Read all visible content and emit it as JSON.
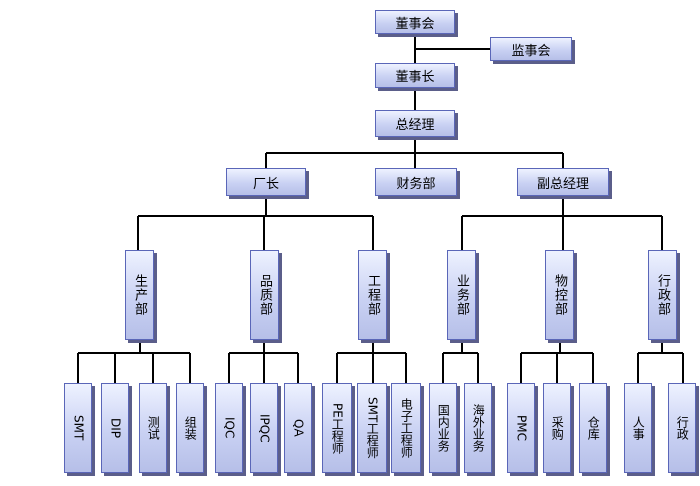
{
  "top": {
    "board": "董事会",
    "supervisory": "监事会",
    "chairman": "董事长",
    "gm": "总经理"
  },
  "level2": {
    "factory": "厂长",
    "finance": "财务部",
    "deputy_gm": "副总经理"
  },
  "departments": {
    "production": "生产部",
    "quality": "品质部",
    "engineering": "工程部",
    "business": "业务部",
    "materials": "物控部",
    "admin": "行政部"
  },
  "teams": {
    "smt": "SMT",
    "dip": "DIP",
    "test": "测试",
    "assembly": "组装",
    "iqc": "IQC",
    "ipqc": "IPQC",
    "qa": "QA",
    "pe_engineer": "PE工程师",
    "smt_engineer": "SMT工程师",
    "electronic_engineer": "电子工程师",
    "domestic_sales": "国内业务",
    "overseas_sales": "海外业务",
    "pmc": "PMC",
    "purchasing": "采购",
    "warehouse": "仓库",
    "hr": "人事",
    "administration": "行政"
  },
  "colors": {
    "box_border": "#5a66b8",
    "box_fill": "#c9d1f3",
    "connector": "#000000",
    "shadow": "#5b5e8a"
  }
}
